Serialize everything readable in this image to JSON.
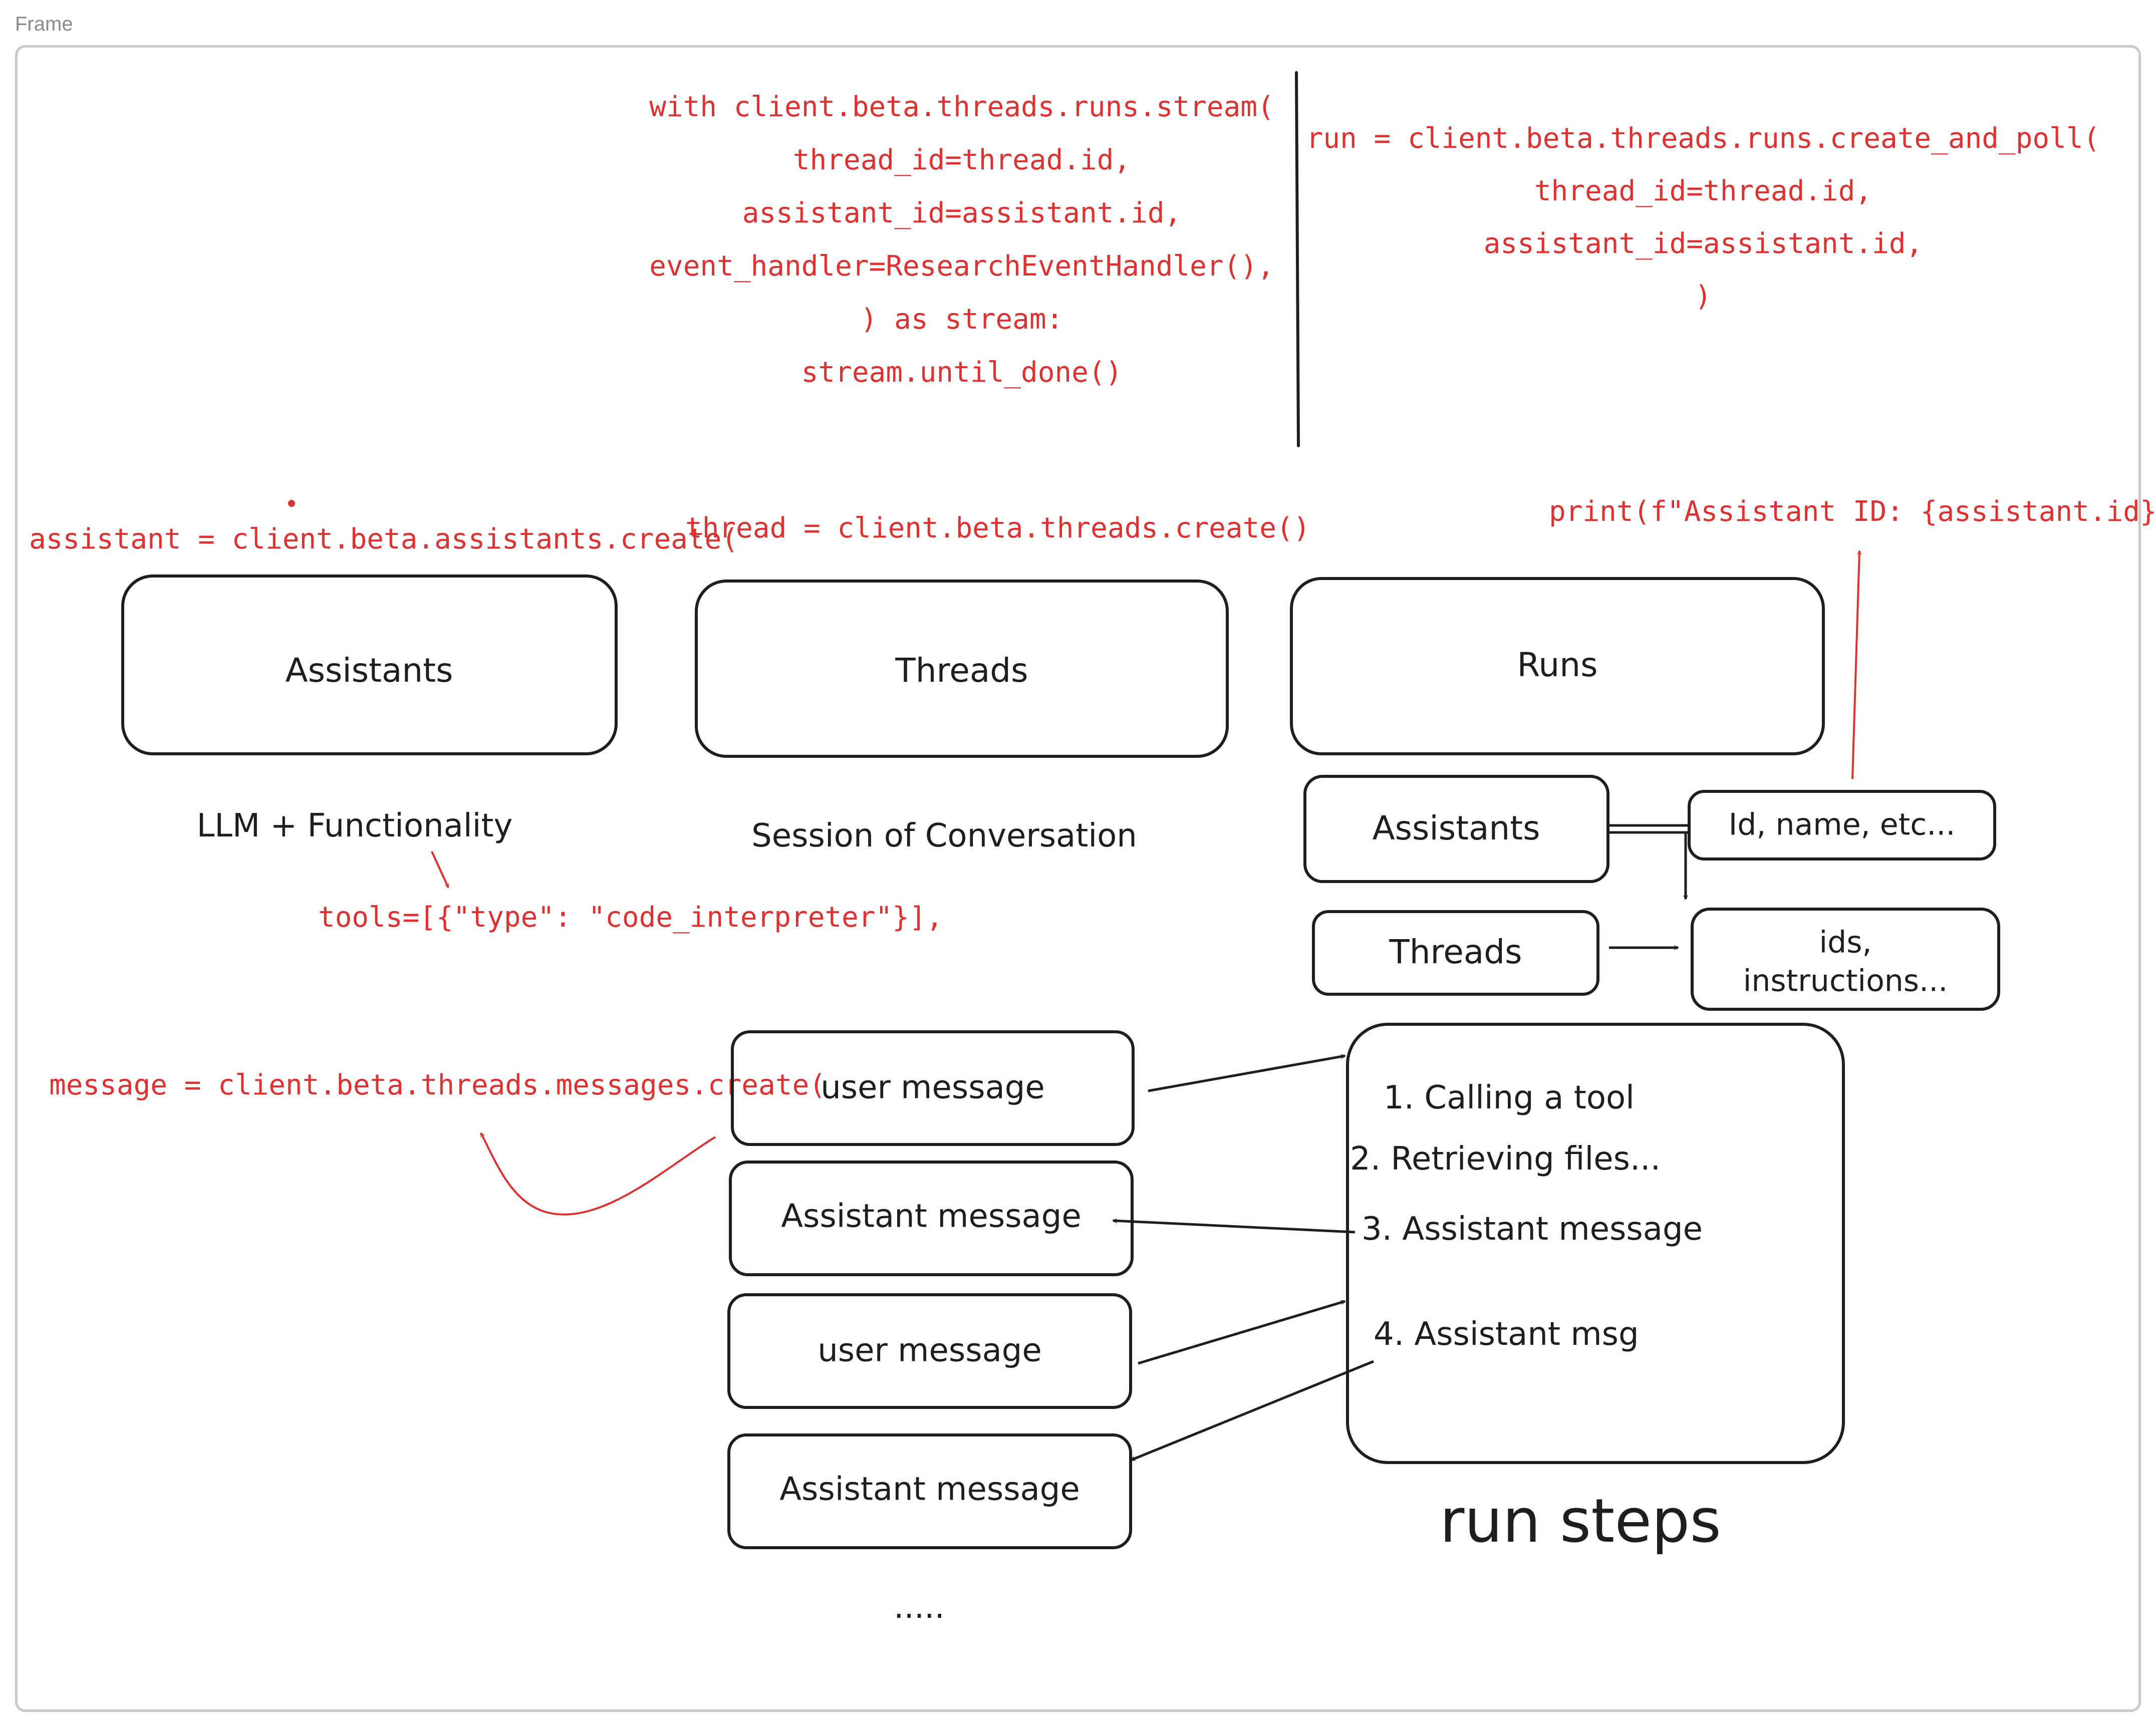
{
  "frame": {
    "label": "Frame"
  },
  "code": {
    "stream": [
      "with client.beta.threads.runs.stream(",
      "thread_id=thread.id,",
      "assistant_id=assistant.id,",
      "event_handler=ResearchEventHandler(),",
      ") as stream:",
      "stream.until_done()"
    ],
    "poll": [
      "run = client.beta.threads.runs.create_and_poll(",
      "thread_id=thread.id,",
      "assistant_id=assistant.id,",
      ")"
    ],
    "assistant_create": "assistant = client.beta.assistants.create(",
    "thread_create": "thread = client.beta.threads.create()",
    "print_id": "print(f\"Assistant ID: {assistant.id}\")",
    "tools": "tools=[{\"type\": \"code_interpreter\"}],",
    "message_create": "message = client.beta.threads.messages.create("
  },
  "boxes": {
    "assistants": "Assistants",
    "threads": "Threads",
    "runs": "Runs",
    "run_assistants": "Assistants",
    "run_threads": "Threads",
    "id_name": "Id, name, etc...",
    "ids_instructions": [
      "ids,",
      "instructions..."
    ]
  },
  "captions": {
    "llm": "LLM + Functionality",
    "session": "Session of Conversation",
    "run_steps": "run steps",
    "ellipsis": "....."
  },
  "messages": [
    "user message",
    "Assistant message",
    "user message",
    "Assistant message"
  ],
  "steps": [
    "1. Calling a tool",
    "2. Retrieving files...",
    "3. Assistant message",
    "4. Assistant msg"
  ]
}
